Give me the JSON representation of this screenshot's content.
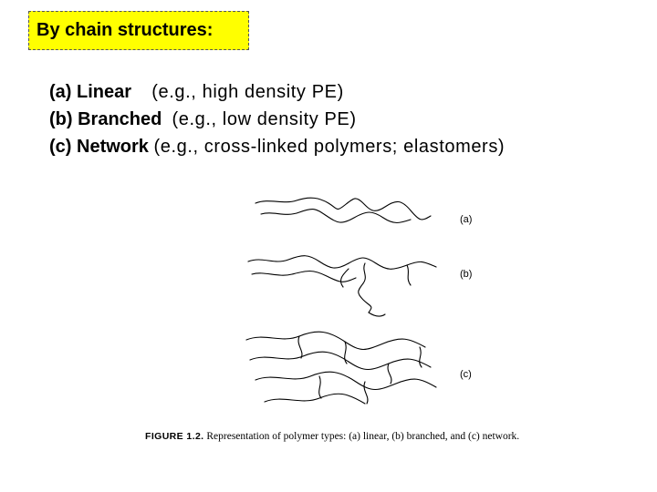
{
  "title": "By chain structures:",
  "items": [
    {
      "label": "(a) Linear",
      "example": "(e.g., high density PE)"
    },
    {
      "label": "(b) Branched",
      "example": "(e.g., low density PE)"
    },
    {
      "label": "(c) Network",
      "example": "(e.g., cross-linked polymers; elastomers)"
    }
  ],
  "figure": {
    "panel_labels": [
      "(a)",
      "(b)",
      "(c)"
    ],
    "caption_id": "FIGURE 1.2.",
    "caption_text": "Representation of polymer types: (a) linear, (b) branched, and (c) network."
  },
  "colors": {
    "title_bg": "#ffff00",
    "ink": "#000000"
  }
}
